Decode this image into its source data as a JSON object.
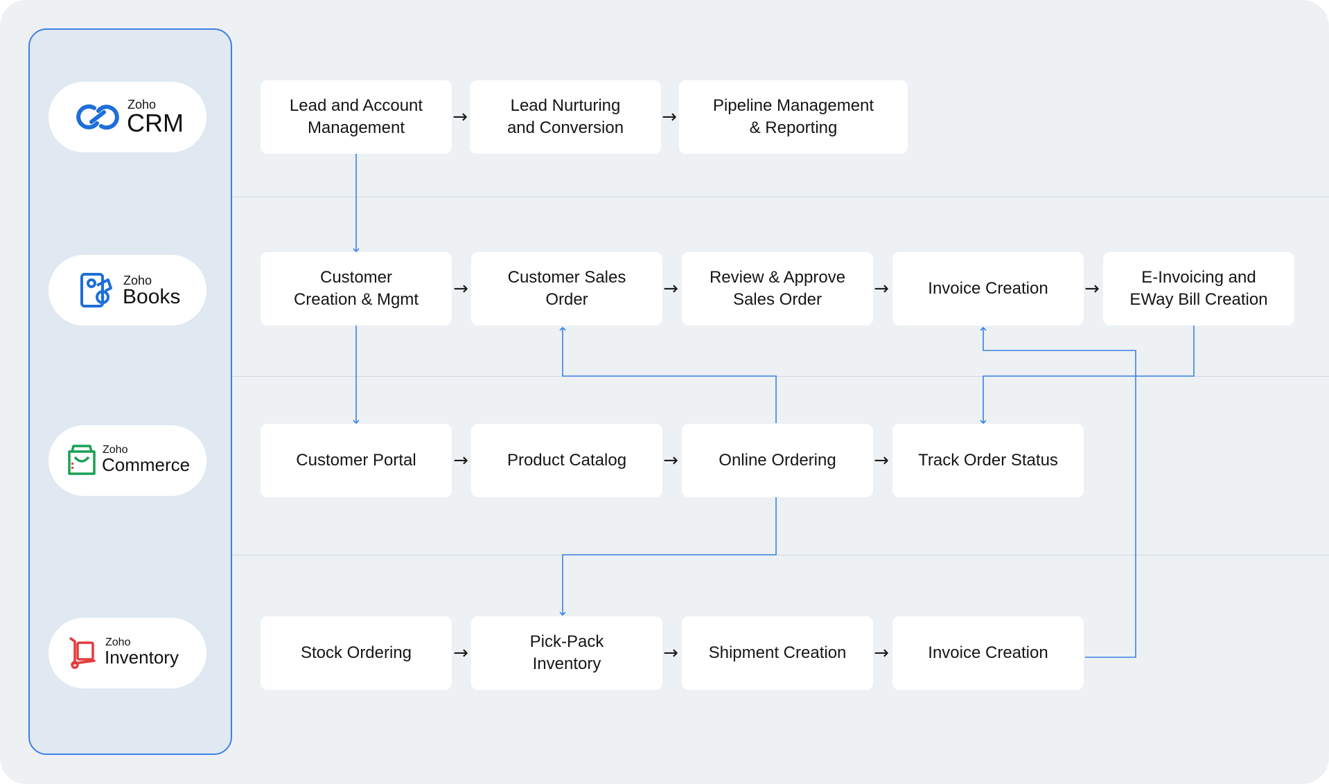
{
  "colors": {
    "background": "#edf1f3",
    "sidebar_fill": "#e0e8f1",
    "sidebar_border": "#3d80e6",
    "connector": "#3d80e6",
    "node_fill": "#ffffff",
    "crm_brand": "#1e6fd9",
    "books_brand": "#1e6fd9",
    "commerce_brand": "#1aa055",
    "inventory_brand": "#e23c3c"
  },
  "apps": [
    {
      "zoho": "Zoho",
      "name": "CRM",
      "icon": "crm-rings-icon"
    },
    {
      "zoho": "Zoho",
      "name": "Books",
      "icon": "books-icon"
    },
    {
      "zoho": "Zoho",
      "name": "Commerce",
      "icon": "shopping-bag-icon"
    },
    {
      "zoho": "Zoho",
      "name": "Inventory",
      "icon": "hand-truck-icon"
    }
  ],
  "lanes": {
    "crm": [
      "Lead and Account\nManagement",
      "Lead Nurturing\nand Conversion",
      "Pipeline Management\n& Reporting"
    ],
    "books": [
      "Customer\nCreation & Mgmt",
      "Customer Sales\nOrder",
      "Review & Approve\nSales Order",
      "Invoice Creation",
      "E-Invoicing and\nEWay Bill Creation"
    ],
    "commerce": [
      "Customer Portal",
      "Product Catalog",
      "Online Ordering",
      "Track Order Status"
    ],
    "inventory": [
      "Stock Ordering",
      "Pick-Pack\nInventory",
      "Shipment Creation",
      "Invoice Creation"
    ]
  },
  "flow_arrow": "→"
}
